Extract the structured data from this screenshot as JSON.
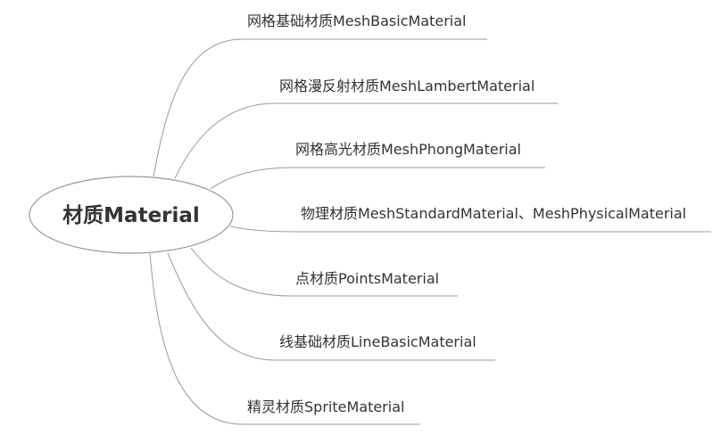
{
  "center": {
    "label": "材质Material"
  },
  "branches": [
    {
      "label": "网格基础材质MeshBasicMaterial"
    },
    {
      "label": "网格漫反射材质MeshLambertMaterial"
    },
    {
      "label": "网格高光材质MeshPhongMaterial"
    },
    {
      "label": "物理材质MeshStandardMaterial、MeshPhysicalMaterial"
    },
    {
      "label": "点材质PointsMaterial"
    },
    {
      "label": "线基础材质LineBasicMaterial"
    },
    {
      "label": "精灵材质SpriteMaterial"
    }
  ],
  "colors": {
    "line": "#9a9a9a",
    "text": "#333333",
    "node_fill": "#ffffff"
  }
}
